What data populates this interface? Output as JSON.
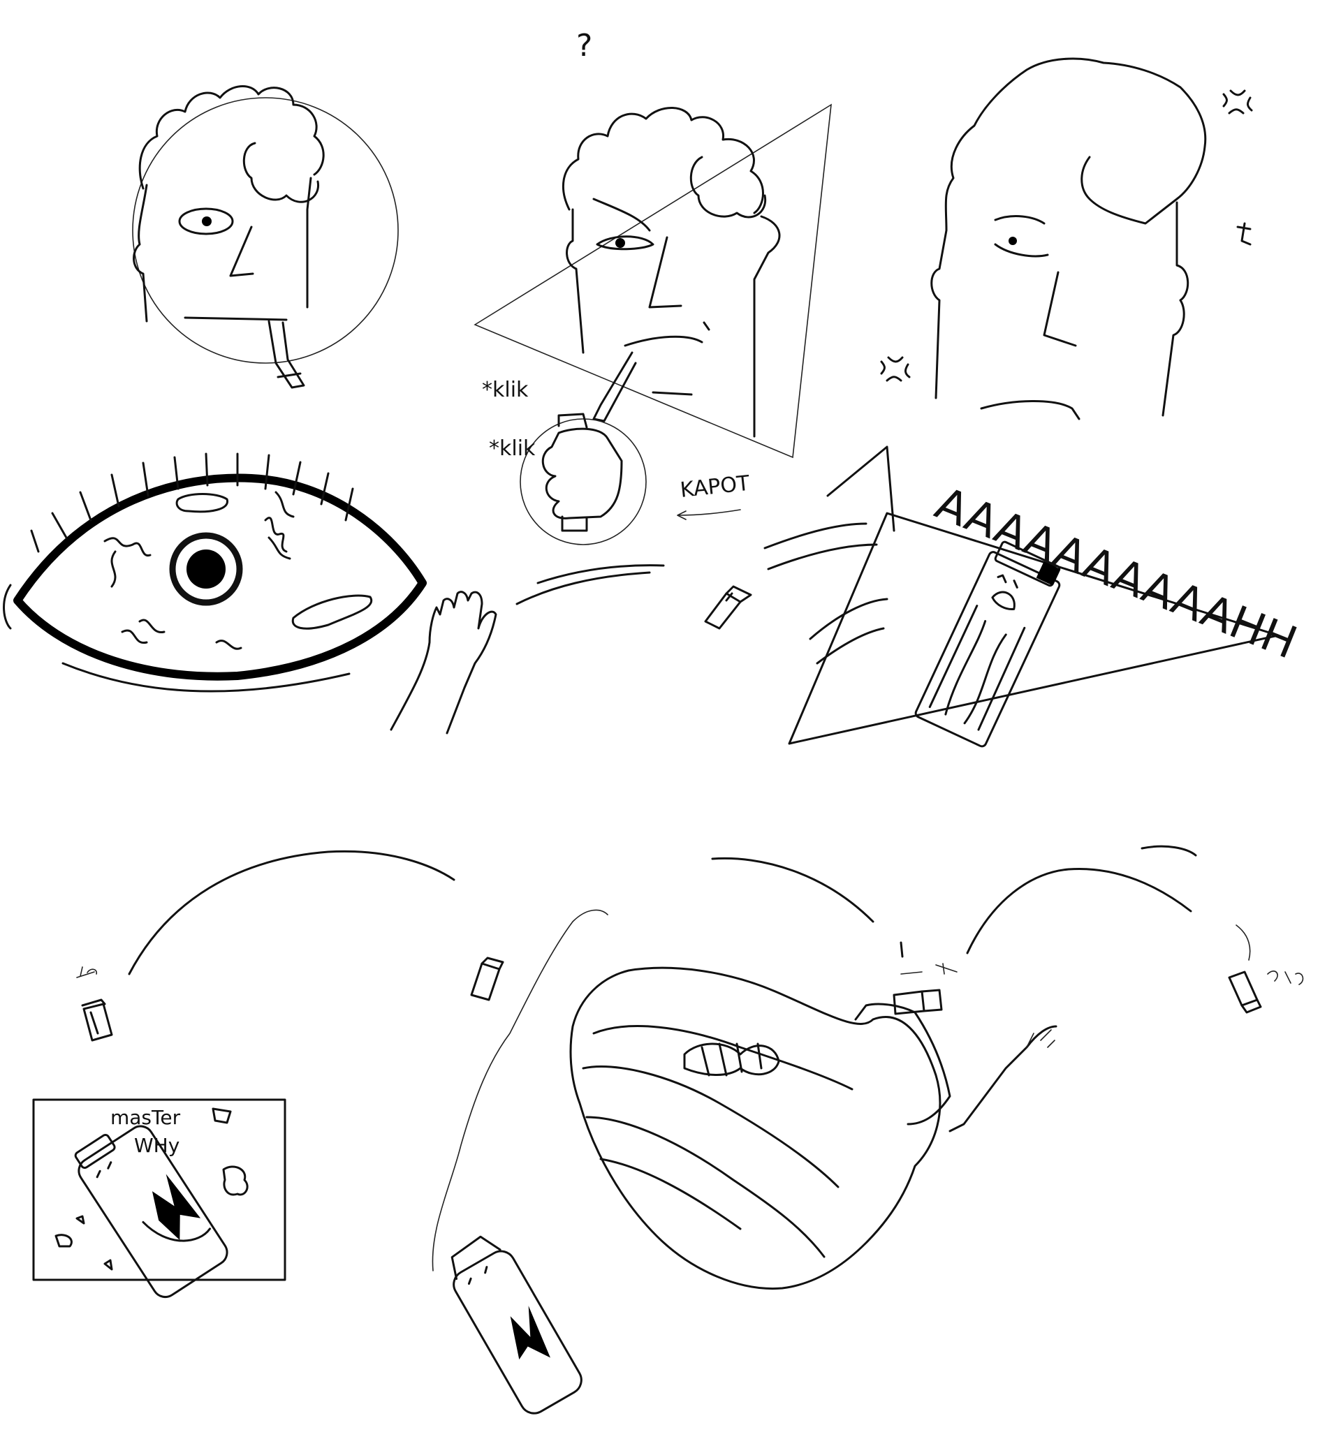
{
  "panel_2": {
    "question_mark": "?",
    "sfx_click_1": "*klik",
    "sfx_click_2": "*klik",
    "sfx_kapot": "KAPOT"
  },
  "panel_3": {
    "anger_marks": "anger-vein-icons"
  },
  "panel_6": {
    "scream": "AAAAAAAAAAHH"
  },
  "panel_8": {
    "sign_text_1": "masTer",
    "sign_text_2": "WHy"
  },
  "colors": {
    "ink": "#111111",
    "paper": "#ffffff"
  }
}
